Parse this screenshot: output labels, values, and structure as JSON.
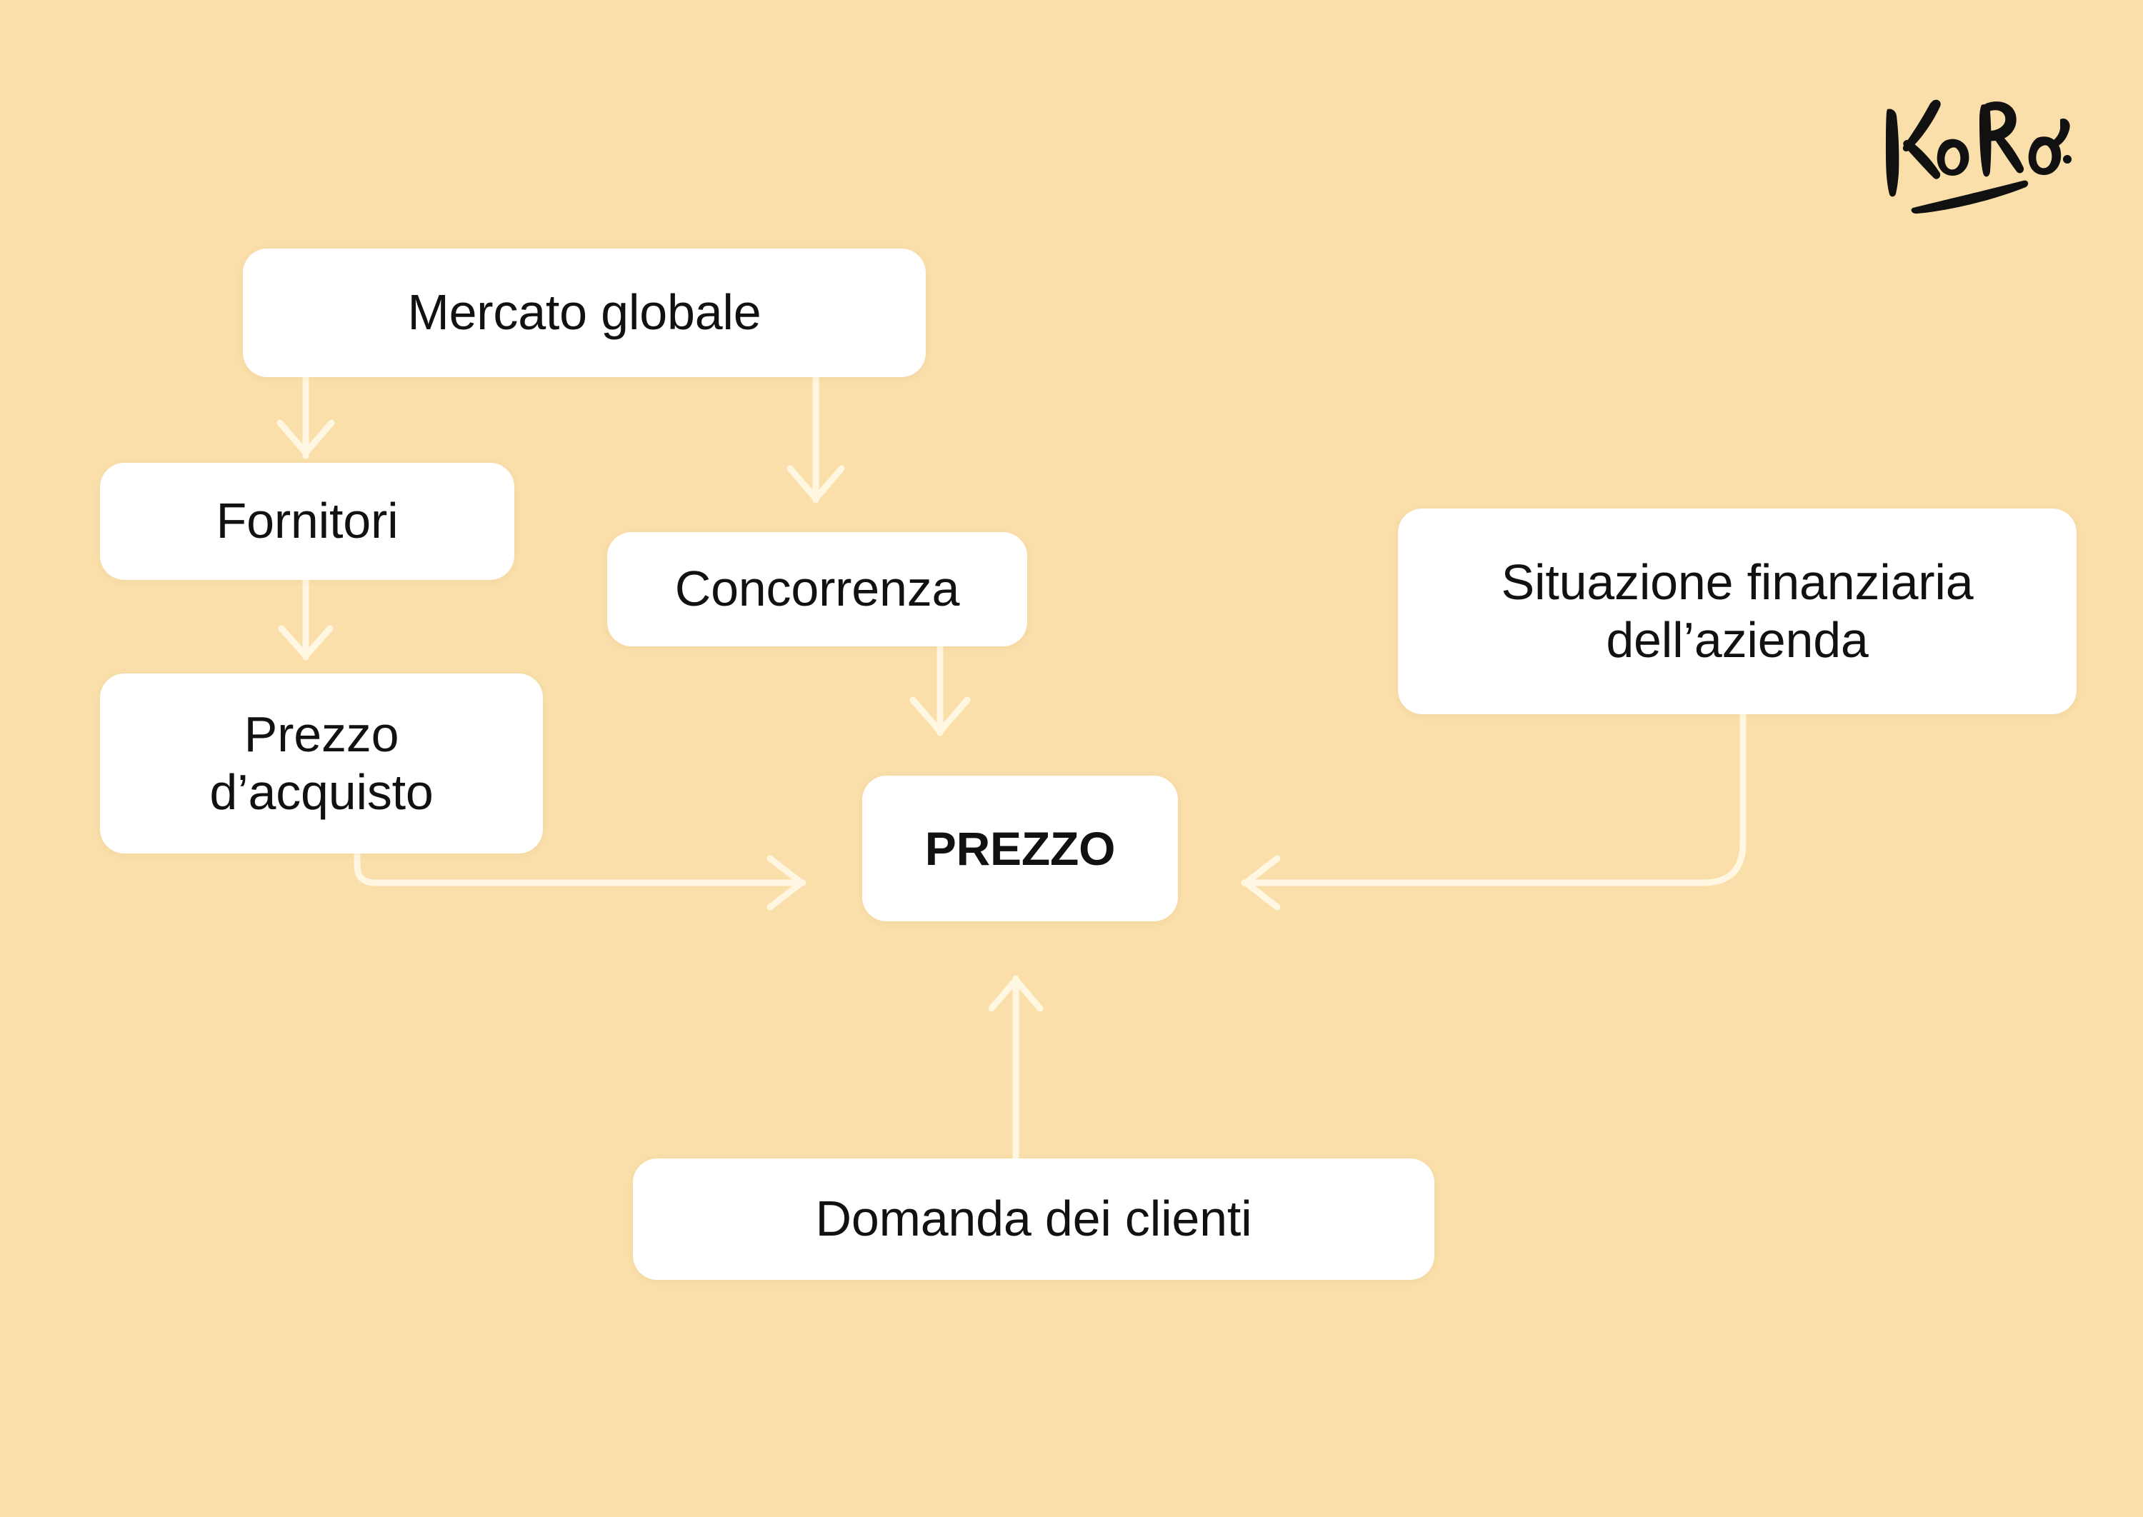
{
  "page": {
    "background_color": "#FADFAB",
    "box_color": "#FFFFFF",
    "text_color": "#111111",
    "connector_color": "#FFF7E2",
    "logo_color": "#111111"
  },
  "brand": {
    "name": "KoRo",
    "logo_icon": "koro-wordmark-logo"
  },
  "diagram": {
    "type": "flowchart",
    "central_node": "PREZZO",
    "nodes": [
      {
        "id": "mercato-globale",
        "label": "Mercato globale",
        "bold": false
      },
      {
        "id": "fornitori",
        "label": "Fornitori",
        "bold": false
      },
      {
        "id": "concorrenza",
        "label": "Concorrenza",
        "bold": false
      },
      {
        "id": "prezzo-acquisto",
        "label": "Prezzo\nd’acquisto",
        "bold": false
      },
      {
        "id": "situazione-finanziaria",
        "label": "Situazione finanziaria\ndell’azienda",
        "bold": false
      },
      {
        "id": "prezzo",
        "label": "PREZZO",
        "bold": true
      },
      {
        "id": "domanda-clienti",
        "label": "Domanda dei clienti",
        "bold": false
      }
    ],
    "edges": [
      {
        "from": "mercato-globale",
        "to": "fornitori",
        "direction": "down",
        "style": "straight"
      },
      {
        "from": "mercato-globale",
        "to": "concorrenza",
        "direction": "down",
        "style": "straight"
      },
      {
        "from": "fornitori",
        "to": "prezzo-acquisto",
        "direction": "down",
        "style": "straight"
      },
      {
        "from": "concorrenza",
        "to": "prezzo",
        "direction": "down",
        "style": "straight"
      },
      {
        "from": "prezzo-acquisto",
        "to": "prezzo",
        "direction": "right",
        "style": "elbow"
      },
      {
        "from": "situazione-finanziaria",
        "to": "prezzo",
        "direction": "left",
        "style": "elbow"
      },
      {
        "from": "domanda-clienti",
        "to": "prezzo",
        "direction": "up",
        "style": "straight"
      }
    ]
  }
}
